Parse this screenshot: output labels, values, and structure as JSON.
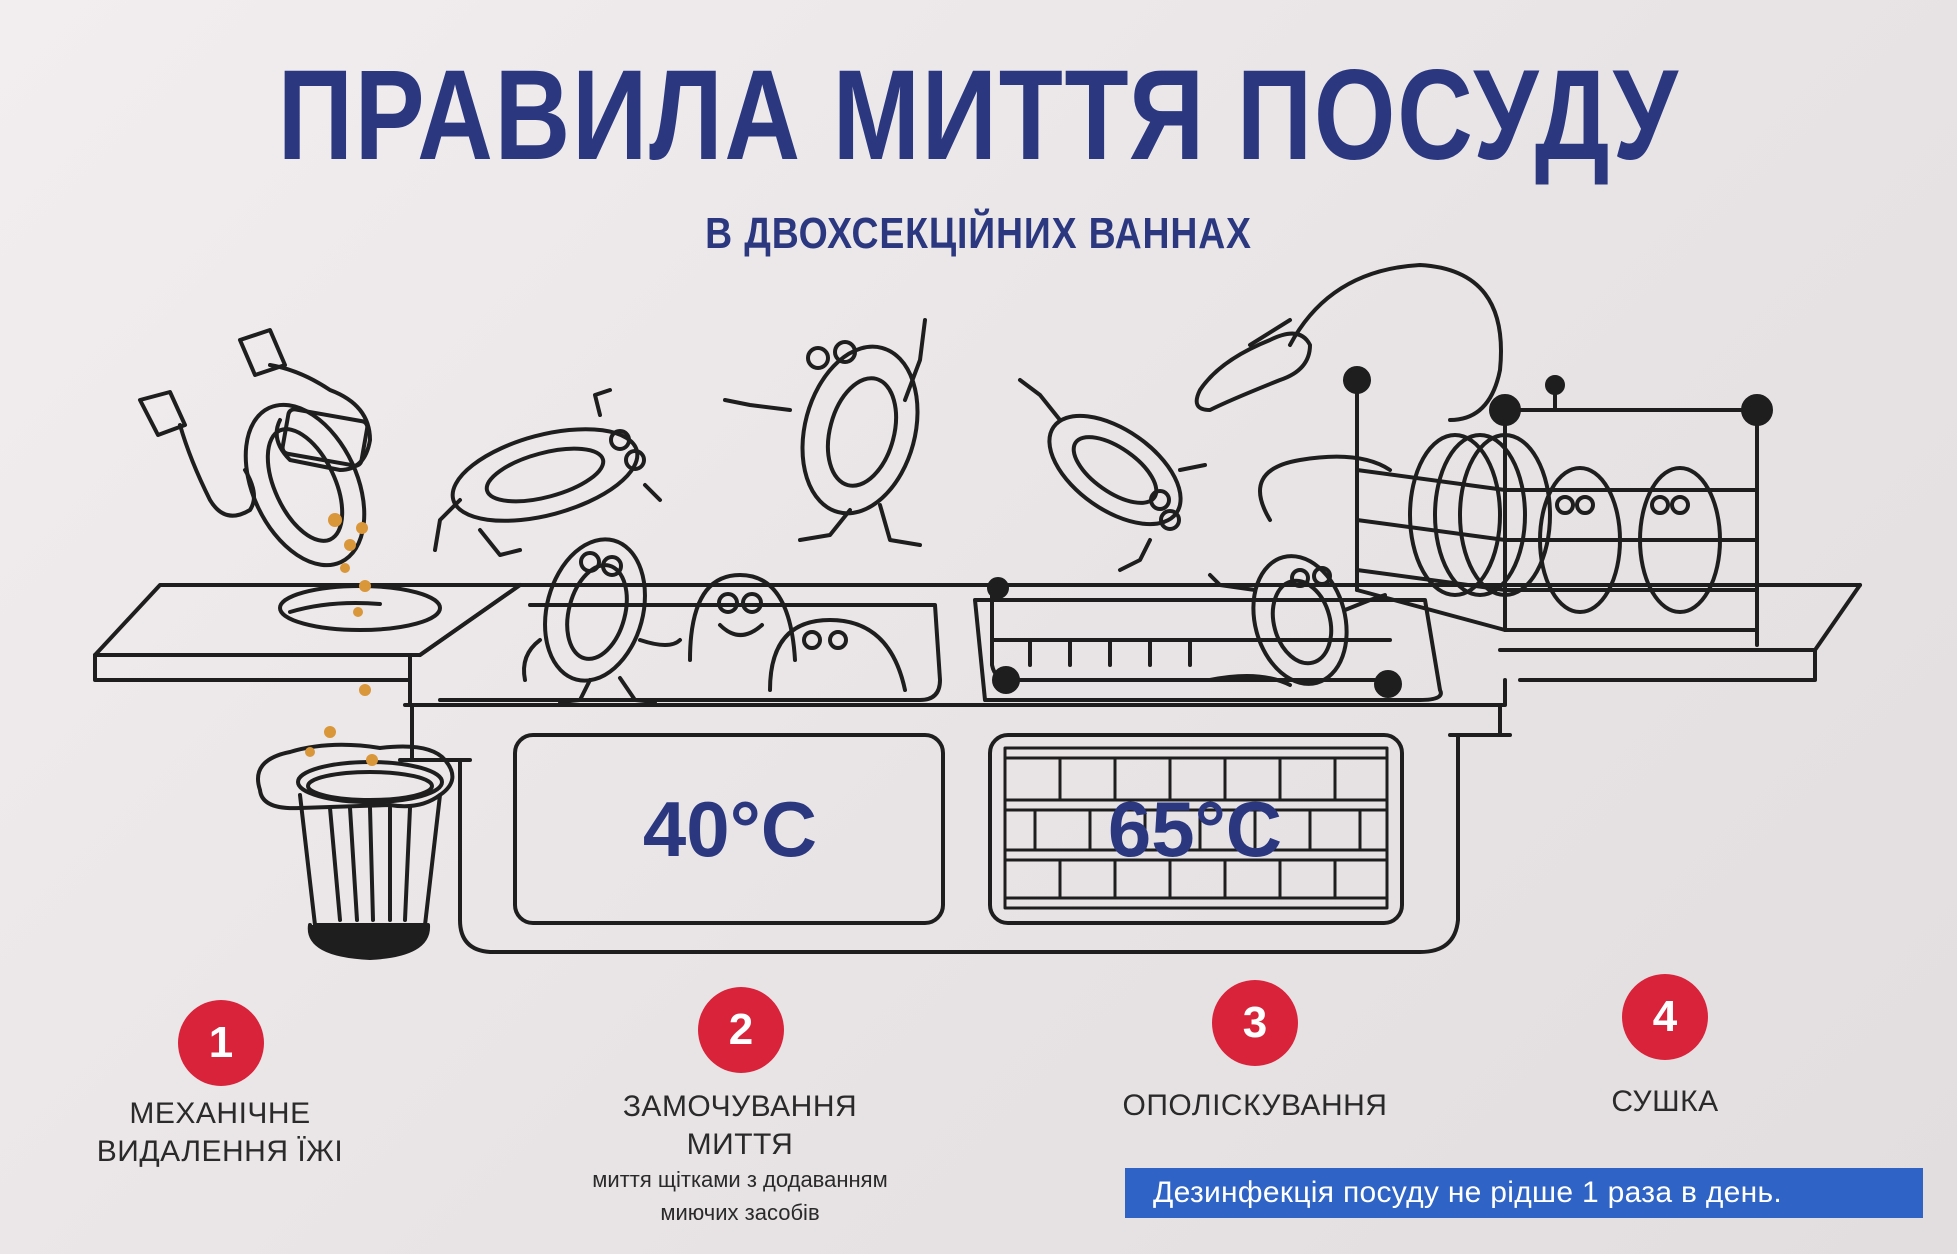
{
  "header": {
    "title": "ПРАВИЛА МИТТЯ ПОСУДУ",
    "subtitle": "В ДВОХСЕКЦІЙНИХ ВАННАХ"
  },
  "basins": {
    "wash_temp": "40°C",
    "rinse_temp": "65°C"
  },
  "steps": [
    {
      "number": "1",
      "label_line1": "МЕХАНІЧНЕ",
      "label_line2": "ВИДАЛЕННЯ ЇЖІ"
    },
    {
      "number": "2",
      "label_line1": "ЗАМОЧУВАННЯ",
      "label_line2": "МИТТЯ",
      "note_line1": "миття щітками з додаванням",
      "note_line2": "миючих засобів"
    },
    {
      "number": "3",
      "label_line1": "ОПОЛІСКУВАННЯ"
    },
    {
      "number": "4",
      "label_line1": "СУШКА"
    }
  ],
  "footer": {
    "disinfection_note": "Дезинфекція посуду не рідше 1 раза в день."
  },
  "colors": {
    "title_blue": "#2b3880",
    "step_red": "#d8233a",
    "banner_blue": "#2f63c6",
    "line_ink": "#1e1e1e",
    "food_crumbs": "#d9973a"
  }
}
